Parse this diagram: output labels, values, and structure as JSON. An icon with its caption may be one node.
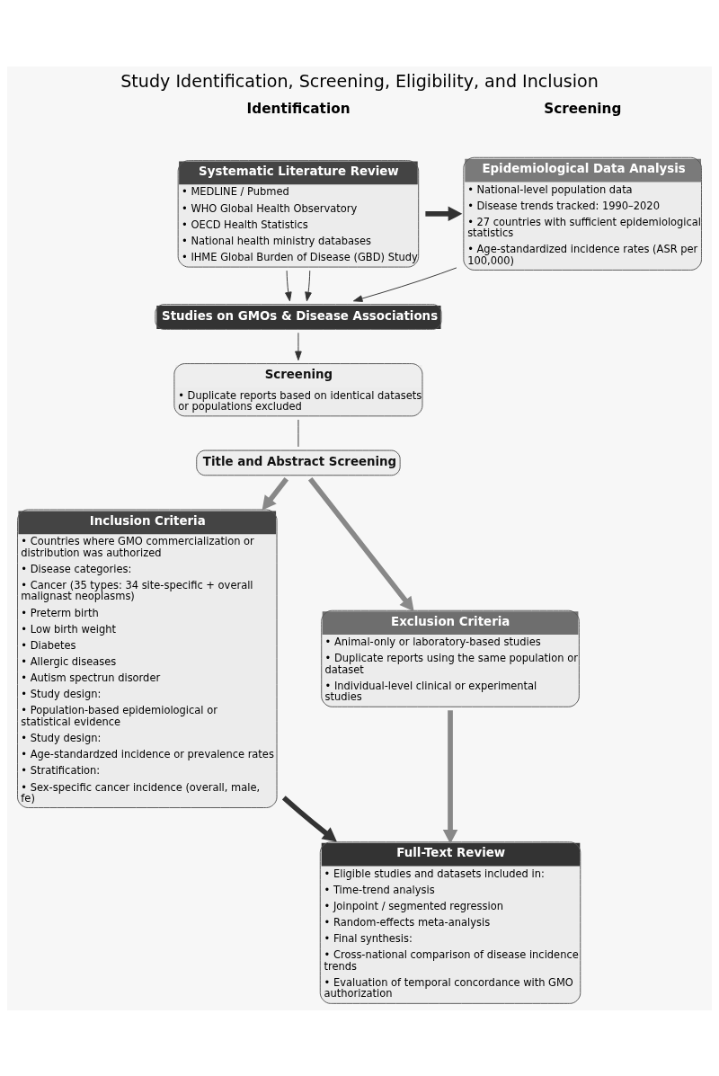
{
  "diagram": {
    "title": "Study Identification, Screening, Eligibility, and Inclusion",
    "nodes": [
      {
        "text": [
          "Systematic Literature Review",
          "• MEDLINE / Pubmed",
          "• WHO Global Health Observatory",
          "• OECD Health Statistics",
          "• National health ministry databases",
          "• IHME Global Burden of Disease (GBD) Study"
        ]
      },
      {
        "text": [
          "Epidemiological Data Analysis",
          "• National-level population data",
          "• Disease trends tracked: 1990–2020",
          "• 27 countries with sufficient epidemiological statistics",
          "• Age-standardized incidence rates (ASR per 100,000)"
        ]
      },
      {
        "text": [
          "Studies on GMOs & Disease Associations"
        ]
      },
      {
        "text": [
          "Screening",
          "• Duplicate reports based on identical datasets or populations excluded"
        ]
      },
      {
        "text": [
          "Title and Abstract Screening"
        ]
      },
      {
        "text": [
          "Inclusion Criteria",
          "• Countries where GMO commercialization or distribution was authorized",
          "• Disease categories:",
          "• Cancer (35 types: 34 site-specific + overall malignast neoplasms)",
          "• Preterm birth",
          "• Low birth weight",
          "• Diabetes",
          "• Allergic diseases",
          "• Autism spectrun disorder",
          "• Study design:",
          "• Population-based epidemiological or statistical evidence",
          "• Study design:",
          "• Age-standardzed incidence or prevalence rates",
          "• Stratification:",
          "• Sex-specific cancer incidence (overall, male, fe)"
        ]
      },
      {
        "text": [
          "Exclusion Criteria",
          "• Animal-only or laboratory-based studies",
          "• Duplicate reports using the same population or dataset",
          "• Individual-level clinical or experimental studies"
        ]
      },
      {
        "text": [
          "Full-Text Review",
          "• Eligible studies and datasets included in:",
          "• Time-trend analysis",
          "• Joinpoint / segmented regression",
          "• Random-effects meta-analysis",
          "• Final synthesis:",
          "• Cross-national comparison of disease incidence trends",
          "• Evaluation of temporal concordance with GMO authorization"
        ]
      }
    ],
    "edges": [
      {
        "from": 0,
        "to": 1,
        "arrow": "to",
        "style": "thick"
      },
      {
        "from": 0,
        "to": 2,
        "arrow": "to"
      },
      {
        "from": 0,
        "to": 2,
        "arrow": "to"
      },
      {
        "from": 1,
        "to": 2,
        "arrow": "to"
      },
      {
        "from": 2,
        "to": 3,
        "arrow": "to"
      },
      {
        "from": 3,
        "to": 4,
        "arrow": "none"
      },
      {
        "from": 4,
        "to": 5,
        "arrow": "to",
        "style": "thick",
        "color": "#888888"
      },
      {
        "from": 4,
        "to": 6,
        "arrow": "to",
        "style": "thick",
        "color": "#888888"
      },
      {
        "from": 6,
        "to": 7,
        "arrow": "to",
        "style": "thick",
        "color": "#888888"
      },
      {
        "from": 5,
        "to": 7,
        "arrow": "to",
        "style": "thick"
      }
    ],
    "labels": [
      "Identification",
      "Screening"
    ]
  }
}
